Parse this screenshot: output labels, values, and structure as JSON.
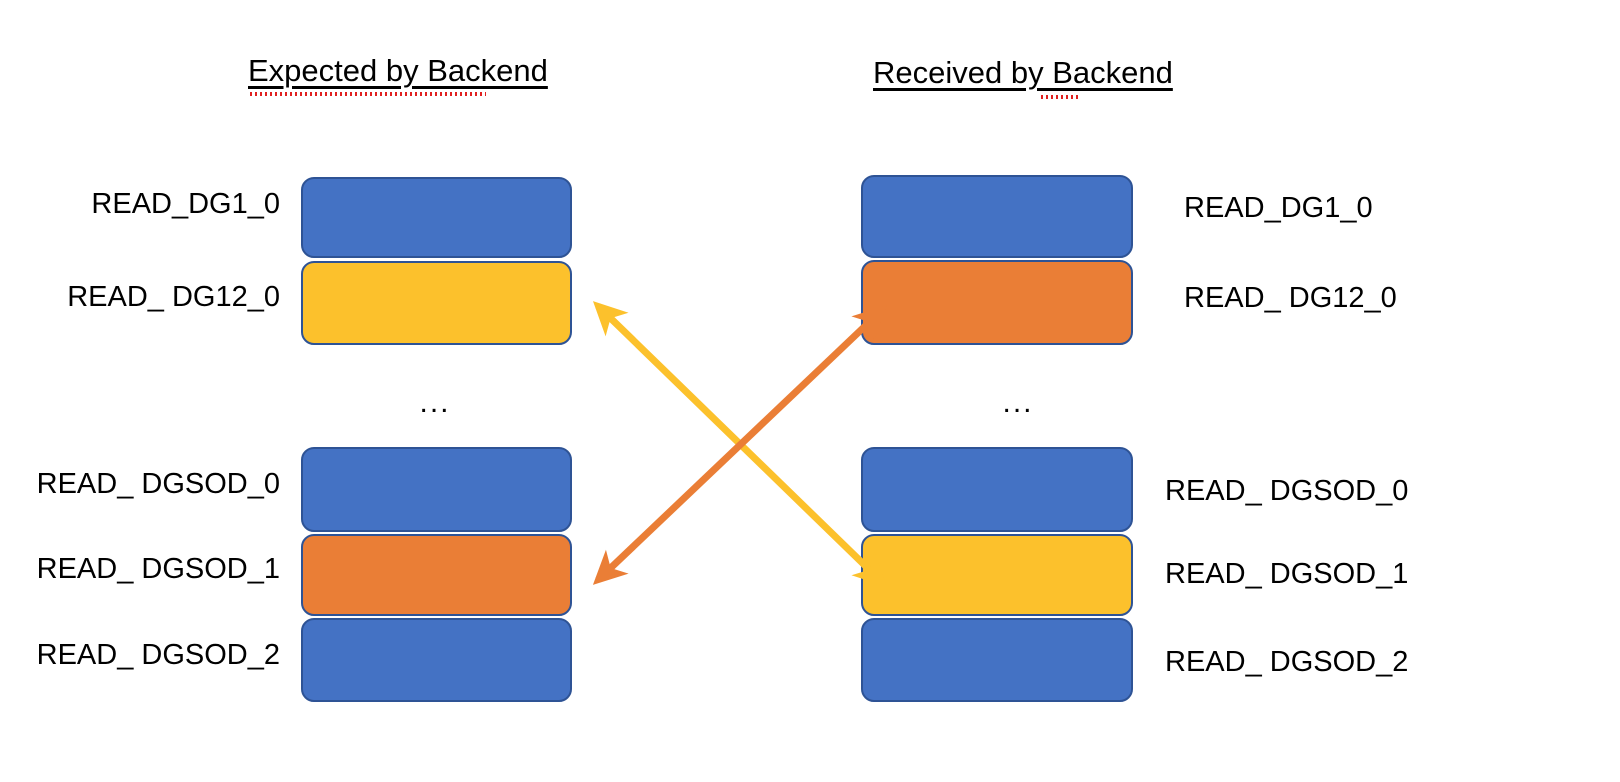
{
  "title": "Expected vs Received message ordering diagram",
  "colors": {
    "blue": "#4472C4",
    "yellow": "#FCC12C",
    "orange": "#EA7E36",
    "box_border": "#2E5395",
    "background": "#FFFFFF",
    "text": "#000000",
    "spellcheck_squiggle": "#E02020"
  },
  "headings": {
    "left": "Expected by Backend",
    "right": "Received by Backend"
  },
  "ellipsis": {
    "left": "...",
    "right": "..."
  },
  "columns": {
    "left": {
      "name": "Expected by Backend",
      "label_side": "left",
      "groups": [
        {
          "name": "upper-group",
          "rows": [
            {
              "label": "READ_DG1_0",
              "color": "blue"
            },
            {
              "label": "READ_ DG12_0",
              "color": "yellow"
            }
          ]
        },
        {
          "name": "lower-group",
          "rows": [
            {
              "label": "READ_ DGSOD_0",
              "color": "blue"
            },
            {
              "label": "READ_ DGSOD_1",
              "color": "orange"
            },
            {
              "label": "READ_ DGSOD_2",
              "color": "blue"
            }
          ]
        }
      ]
    },
    "right": {
      "name": "Received by Backend",
      "label_side": "right",
      "groups": [
        {
          "name": "upper-group",
          "rows": [
            {
              "label": "READ_DG1_0",
              "color": "blue"
            },
            {
              "label": "READ_ DG12_0",
              "color": "orange"
            }
          ]
        },
        {
          "name": "lower-group",
          "rows": [
            {
              "label": "READ_ DGSOD_0",
              "color": "blue"
            },
            {
              "label": "READ_ DGSOD_1",
              "color": "yellow"
            },
            {
              "label": "READ_ DGSOD_2",
              "color": "blue"
            }
          ]
        }
      ]
    }
  },
  "arrows": [
    {
      "name": "yellow-swap-arrow",
      "color": "#FCC12C",
      "double_headed": true,
      "from": "left READ_ DG12_0",
      "to": "right READ_ DGSOD_1"
    },
    {
      "name": "orange-swap-arrow",
      "color": "#EA7E36",
      "double_headed": true,
      "from": "left READ_ DGSOD_1",
      "to": "right READ_ DG12_0"
    }
  ]
}
